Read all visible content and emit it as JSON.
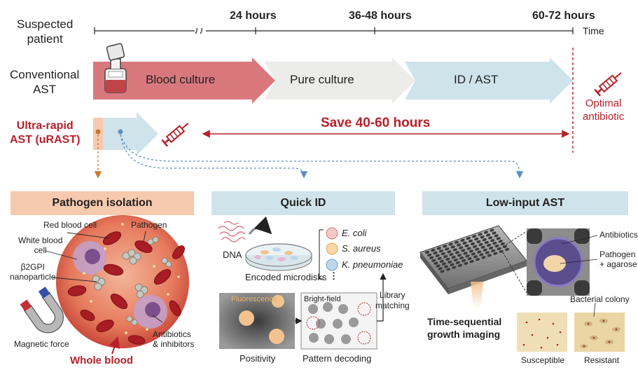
{
  "timeline": {
    "rows": {
      "suspected": "Suspected\npatient",
      "conventional": "Conventional\nAST",
      "urast": "Ultra-rapid\nAST (uRAST)"
    },
    "ticks": [
      "24 hours",
      "36-48 hours",
      "60-72 hours"
    ],
    "time_label": "Time",
    "stages": [
      "Blood culture",
      "Pure culture",
      "ID / AST"
    ],
    "save": "Save 40-60 hours",
    "outcome": "Optimal\nantibiotic"
  },
  "panels": {
    "isolation": {
      "title": "Pathogen isolation",
      "labels": {
        "rbc": "Red blood cell",
        "pathogen": "Pathogen",
        "wbc": "White blood\ncell",
        "b2gpi": "β2GPI\nnanoparticle",
        "magnet": "Magnetic force",
        "antibiotics": "Antibiotics\n& inhibitors",
        "whole_blood": "Whole blood"
      }
    },
    "quickid": {
      "title": "Quick ID",
      "dna": "DNA",
      "microdisks": "Encoded microdisks",
      "species": [
        "E. coli",
        "S. aureus",
        "K. pneumoniae"
      ],
      "ellipsis": "⋮",
      "fluorescence": "Fluorescence",
      "brightfield": "Bright-field",
      "library": "Library\nmatching",
      "positivity": "Positivity",
      "decoding": "Pattern decoding"
    },
    "ast": {
      "title": "Low-input AST",
      "antibiotics": "Antibiotics",
      "pathogen_agarose": "Pathogen\n+ agarose",
      "imaging": "Time-sequential\ngrowth imaging",
      "colony": "Bacterial colony",
      "susceptible": "Susceptible",
      "resistant": "Resistant"
    }
  },
  "colors": {
    "accent_red": "#b8202a",
    "blood_culture": "#d9787c",
    "pure_culture": "#ececea",
    "id_ast": "#cfe3ea",
    "urast_arrow": "#cfe3ea",
    "isolation_header": "#f7c9ae",
    "quickid_header": "#cfe3ea",
    "ast_header": "#cfe3ea"
  }
}
